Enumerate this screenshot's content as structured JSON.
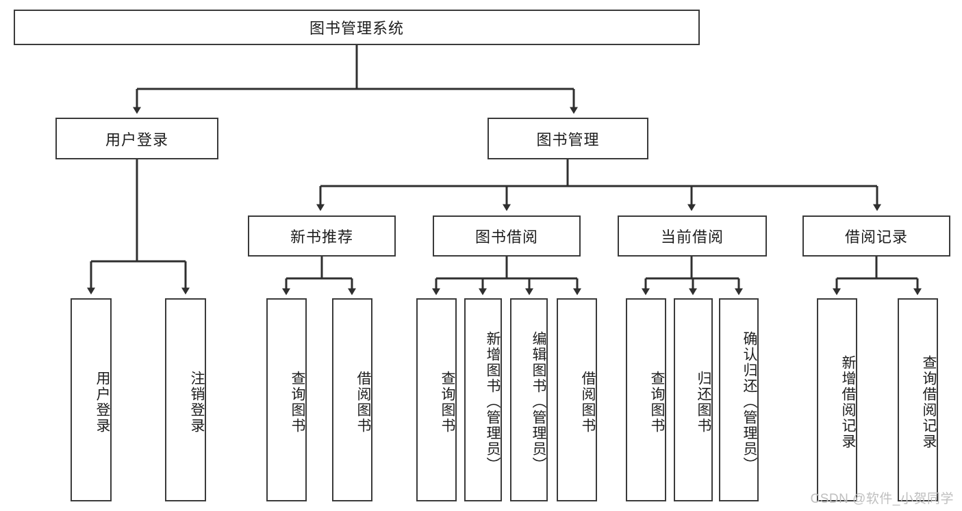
{
  "diagram": {
    "title": "图书管理系统",
    "type": "hierarchy-tree",
    "colors": {
      "box_border": "#3a3a3a",
      "box_fill": "#ffffff",
      "connector": "#2f2f2f",
      "text": "#1d1d1d",
      "watermark": "#bfbfbf"
    },
    "nodes": {
      "root": {
        "label": "图书管理系统"
      },
      "level2": [
        {
          "id": "user-login",
          "label": "用户登录"
        },
        {
          "id": "book-manage",
          "label": "图书管理"
        }
      ],
      "level3": [
        {
          "id": "new-book-recommend",
          "label": "新书推荐"
        },
        {
          "id": "book-borrow",
          "label": "图书借阅"
        },
        {
          "id": "current-borrow",
          "label": "当前借阅"
        },
        {
          "id": "borrow-record",
          "label": "借阅记录"
        }
      ],
      "leaves": {
        "user-login": [
          {
            "id": "leaf-user-login",
            "label": "用户登录"
          },
          {
            "id": "leaf-logout",
            "label": "注销登录"
          }
        ],
        "new-book-recommend": [
          {
            "id": "leaf-query-book-1",
            "label": "查询图书"
          },
          {
            "id": "leaf-borrow-book-1",
            "label": "借阅图书"
          }
        ],
        "book-borrow": [
          {
            "id": "leaf-query-book-2",
            "label": "查询图书"
          },
          {
            "id": "leaf-add-book",
            "label": "新增图书（管理员）"
          },
          {
            "id": "leaf-edit-book",
            "label": "编辑图书（管理员）"
          },
          {
            "id": "leaf-borrow-book-2",
            "label": "借阅图书"
          }
        ],
        "current-borrow": [
          {
            "id": "leaf-query-book-3",
            "label": "查询图书"
          },
          {
            "id": "leaf-return-book",
            "label": "归还图书"
          },
          {
            "id": "leaf-confirm-return",
            "label": "确认归还（管理员）"
          }
        ],
        "borrow-record": [
          {
            "id": "leaf-add-record",
            "label": "新增借阅记录"
          },
          {
            "id": "leaf-query-record",
            "label": "查询借阅记录"
          }
        ]
      }
    },
    "watermark": "CSDN @软件_小贺同学"
  }
}
